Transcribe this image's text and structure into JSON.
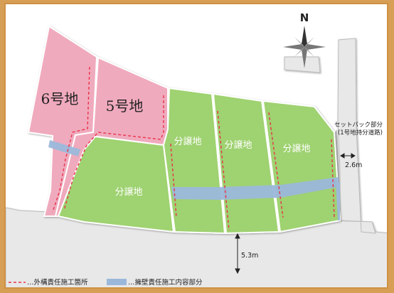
{
  "compass": {
    "label": "N"
  },
  "lots": {
    "lot6": "6号地",
    "lot5": "5号地",
    "sale_top_left": "分譲地",
    "sale_top_mid": "分譲地",
    "sale_top_right": "分譲地",
    "sale_bottom": "分譲地"
  },
  "annotations": {
    "setback_line1": "セットバック部分",
    "setback_line2": "(1号地持分道路)",
    "road_east_width": "2.6m",
    "road_south_width": "5.3m"
  },
  "legend": {
    "exterior": "…外構責任施工箇所",
    "retaining": "…擁壁責任施工内容部分"
  },
  "colors": {
    "pink_lot": "#f0aabd",
    "green_lot": "#9fd271",
    "road": "#e8e8e8",
    "retaining_wall": "#9bb8da",
    "exterior_line": "#e8334a",
    "frame": "#d79e55"
  }
}
